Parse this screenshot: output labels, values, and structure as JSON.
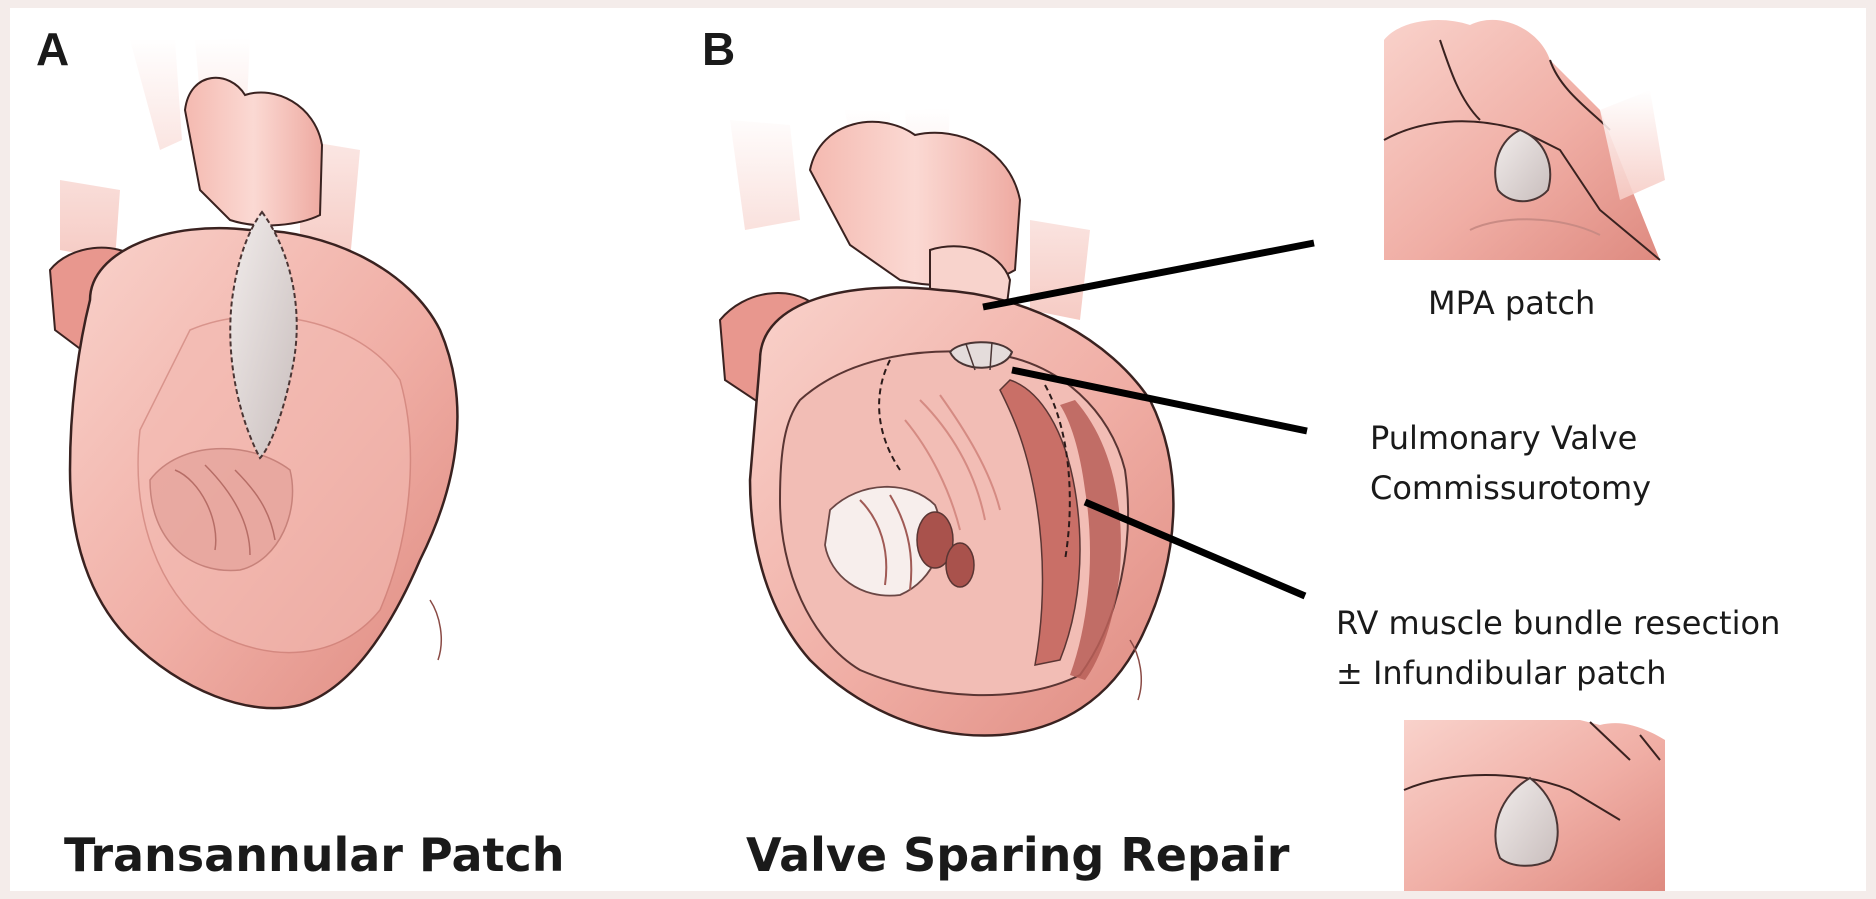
{
  "panels": {
    "a": {
      "letter": "A",
      "caption": "Transannular Patch"
    },
    "b": {
      "letter": "B",
      "caption": "Valve Sparing Repair"
    }
  },
  "callouts": {
    "mpa_patch": "MPA patch",
    "pulmonary_valve_line1": "Pulmonary Valve",
    "pulmonary_valve_line2": "Commissurotomy",
    "rv_resection_line1": "RV muscle bundle resection",
    "rv_resection_line2": "± Infundibular patch"
  },
  "colors": {
    "background": "#f4ecea",
    "heart_light": "#f6c8c0",
    "heart_mid": "#eda69c",
    "heart_dark": "#d9827a",
    "outline": "#3a2220",
    "patch": "#ddd3d2",
    "leader_line": "#000000"
  }
}
